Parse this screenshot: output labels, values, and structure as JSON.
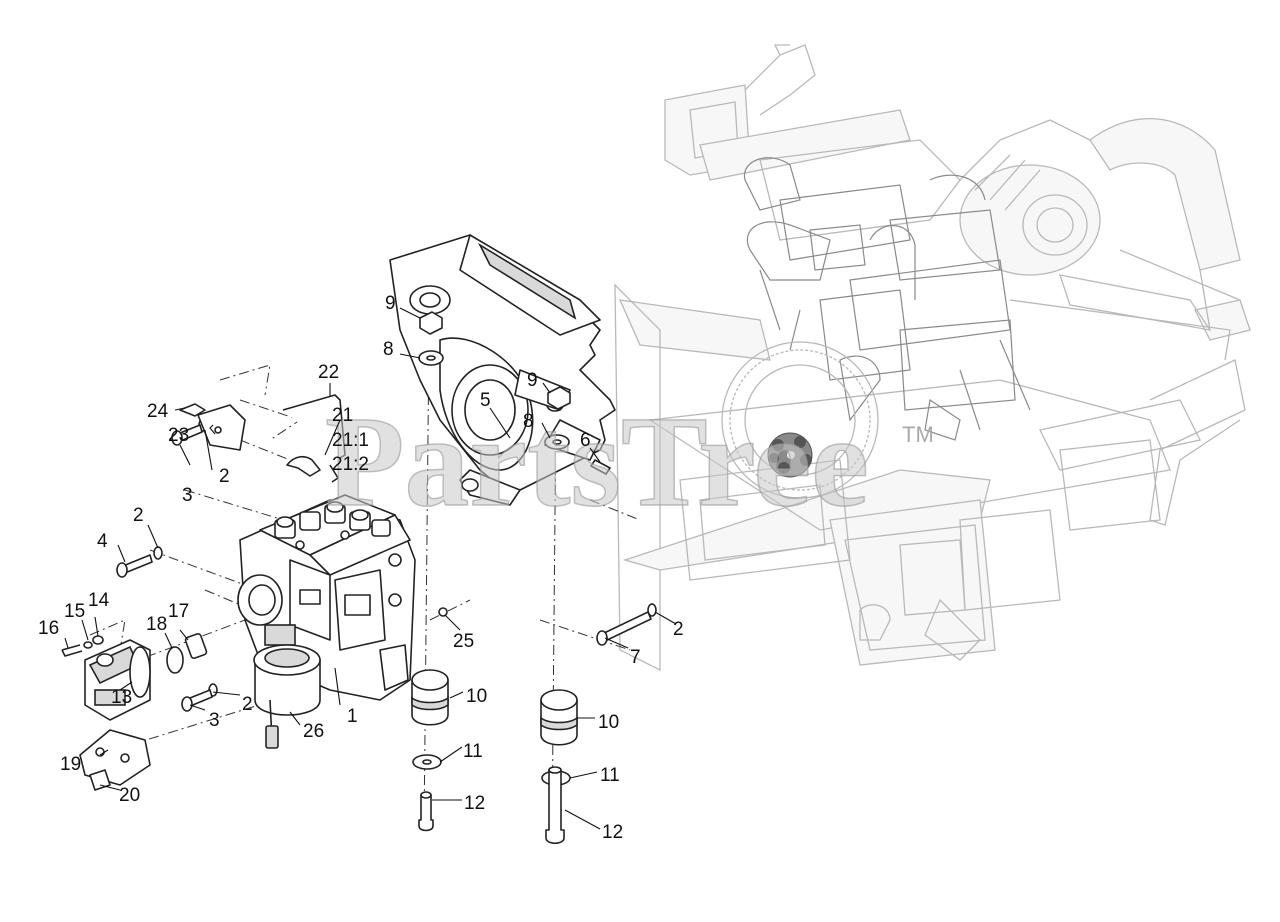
{
  "watermark": {
    "text": "PartsTree",
    "mark": "TM"
  },
  "callouts": {
    "c1": "1",
    "c2a": "2",
    "c2b": "2",
    "c2c": "2",
    "c2d": "2",
    "c3a": "3",
    "c3b": "3",
    "c4": "4",
    "c5": "5",
    "c6": "6",
    "c7": "7",
    "c8a": "8",
    "c8b": "8",
    "c9a": "9",
    "c9b": "9",
    "c10a": "10",
    "c10b": "10",
    "c11a": "11",
    "c11b": "11",
    "c12a": "12",
    "c12b": "12",
    "c13": "13",
    "c14": "14",
    "c15": "15",
    "c16": "16",
    "c17": "17",
    "c18": "18",
    "c19": "19",
    "c20": "20",
    "c21": "21",
    "c21_1": "21:1",
    "c21_2": "21:2",
    "c22": "22",
    "c23": "23",
    "c24": "24",
    "c25": "25",
    "c26": "26"
  }
}
